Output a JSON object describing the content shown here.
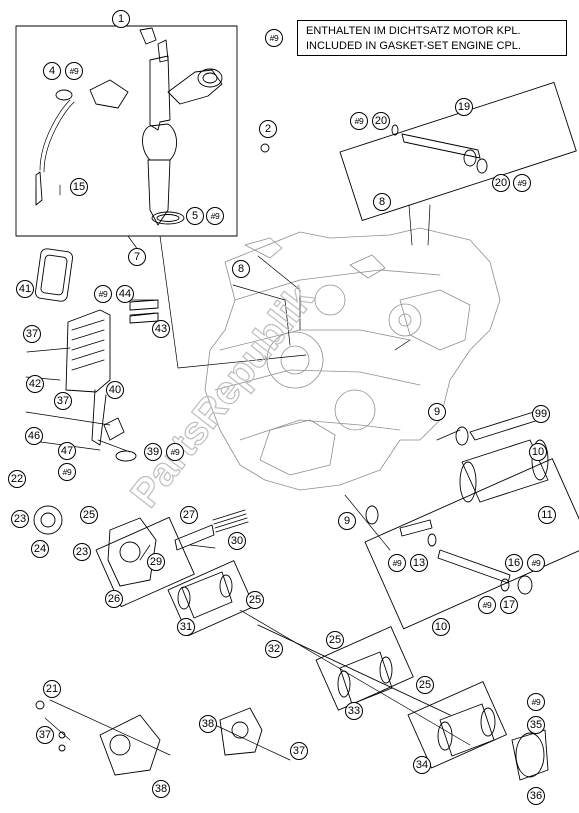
{
  "gasket_note": {
    "key": "#9",
    "line1": "ENTHALTEN IM DICHTSATZ MOTOR KPL.",
    "line2": "INCLUDED IN GASKET-SET ENGINE CPL."
  },
  "watermark": "PartsRepublik",
  "callouts": [
    {
      "label": "1"
    },
    {
      "label": "2"
    },
    {
      "label": "#9"
    },
    {
      "label": "4"
    },
    {
      "label": "#9"
    },
    {
      "label": "15"
    },
    {
      "label": "5"
    },
    {
      "label": "#9"
    },
    {
      "label": "7"
    },
    {
      "label": "19"
    },
    {
      "label": "#9"
    },
    {
      "label": "20"
    },
    {
      "label": "20"
    },
    {
      "label": "#9"
    },
    {
      "label": "8"
    },
    {
      "label": "8"
    },
    {
      "label": "41"
    },
    {
      "label": "#9"
    },
    {
      "label": "44"
    },
    {
      "label": "43"
    },
    {
      "label": "37"
    },
    {
      "label": "42"
    },
    {
      "label": "40"
    },
    {
      "label": "37"
    },
    {
      "label": "46"
    },
    {
      "label": "47"
    },
    {
      "label": "#9"
    },
    {
      "label": "39"
    },
    {
      "label": "#9"
    },
    {
      "label": "9"
    },
    {
      "label": "99"
    },
    {
      "label": "10"
    },
    {
      "label": "11"
    },
    {
      "label": "22"
    },
    {
      "label": "23"
    },
    {
      "label": "25"
    },
    {
      "label": "23"
    },
    {
      "label": "24"
    },
    {
      "label": "27"
    },
    {
      "label": "30"
    },
    {
      "label": "29"
    },
    {
      "label": "26"
    },
    {
      "label": "9"
    },
    {
      "label": "#9"
    },
    {
      "label": "13"
    },
    {
      "label": "16"
    },
    {
      "label": "#9"
    },
    {
      "label": "#9"
    },
    {
      "label": "17"
    },
    {
      "label": "10"
    },
    {
      "label": "25"
    },
    {
      "label": "31"
    },
    {
      "label": "32"
    },
    {
      "label": "25"
    },
    {
      "label": "25"
    },
    {
      "label": "33"
    },
    {
      "label": "21"
    },
    {
      "label": "37"
    },
    {
      "label": "38"
    },
    {
      "label": "38"
    },
    {
      "label": "37"
    },
    {
      "label": "34"
    },
    {
      "label": "#9"
    },
    {
      "label": "35"
    },
    {
      "label": "36"
    }
  ]
}
